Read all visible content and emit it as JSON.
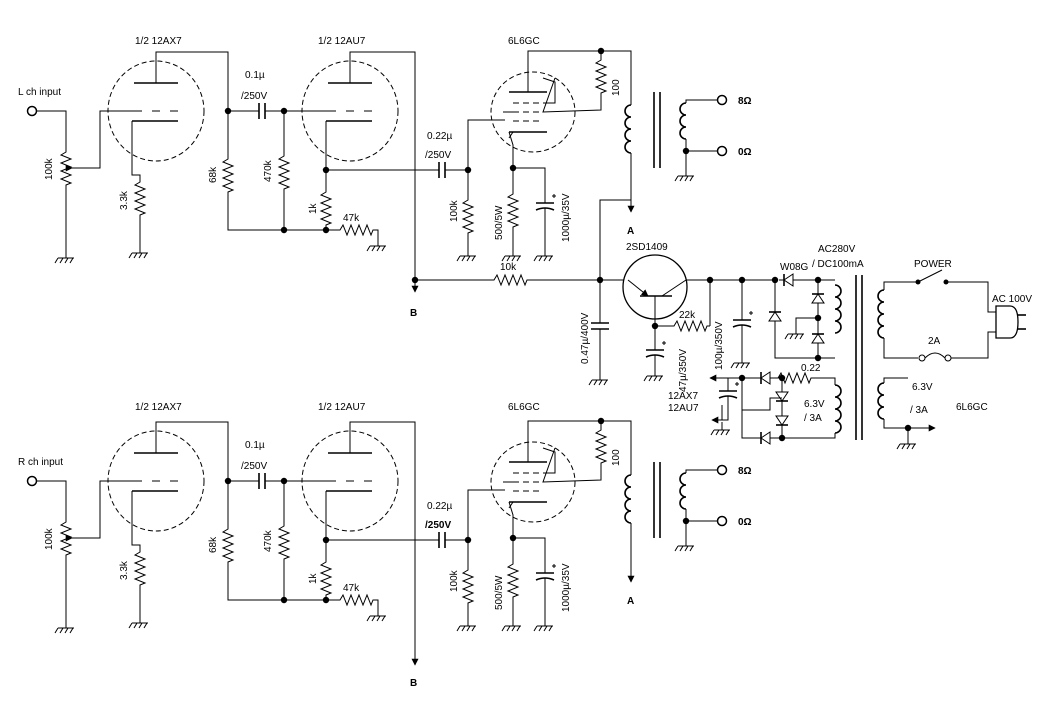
{
  "left_channel": {
    "input_label": "L ch input",
    "v1_label": "1/2 12AX7",
    "v2_label": "1/2 12AU7",
    "v3_label": "6L6GC",
    "pot": "100k",
    "r_cathode1": "3.3k",
    "c_couple1": "0.1µ",
    "c_couple1_v": "/250V",
    "r_plate1": "68k",
    "r_grid2": "470k",
    "r_cath2": "1k",
    "r_fb": "47k",
    "c_couple2": "0.22µ",
    "c_couple2_v": "/250V",
    "r_grid3": "100k",
    "r_cath3": "500/5W",
    "c_cath3": "1000µ/35V",
    "r_screen": "100",
    "out_8": "8Ω",
    "out_0": "0Ω",
    "node_a": "A",
    "node_b": "B"
  },
  "right_channel": {
    "input_label": "R ch input",
    "v1_label": "1/2 12AX7",
    "v2_label": "1/2 12AU7",
    "v3_label": "6L6GC",
    "pot": "100k",
    "r_cathode1": "3.3k",
    "c_couple1": "0.1µ",
    "c_couple1_v": "/250V",
    "r_plate1": "68k",
    "r_grid2": "470k",
    "r_cath2": "1k",
    "r_fb": "47k",
    "c_couple2": "0.22µ",
    "c_couple2_v": "/250V",
    "r_grid3": "100k",
    "r_cath3": "500/5W",
    "c_cath3": "1000µ/35V",
    "r_screen": "100",
    "out_8": "8Ω",
    "out_0": "0Ω",
    "node_a": "A",
    "node_b": "B"
  },
  "power_supply": {
    "node_a": "A",
    "node_b": "B",
    "r_dropper": "10k",
    "c_in": "0.47µ/400V",
    "transistor": "2SD1409",
    "r_base": "22k",
    "c_base": "47µ/350V",
    "c_out": "100µ/350V",
    "rectifier": "W08G",
    "ht_winding": "AC280V",
    "ht_current": "/ DC100mA",
    "switch": "POWER",
    "fuse": "2A",
    "mains": "AC 100V",
    "heater_tubes_1": "12AX7",
    "heater_tubes_2": "12AU7",
    "r_heater": "0.22",
    "heater_winding": "6.3V",
    "heater_current": "/ 3A",
    "heater2_winding": "6.3V",
    "heater2_current": "/ 3A",
    "heater2_tube": "6L6GC"
  }
}
